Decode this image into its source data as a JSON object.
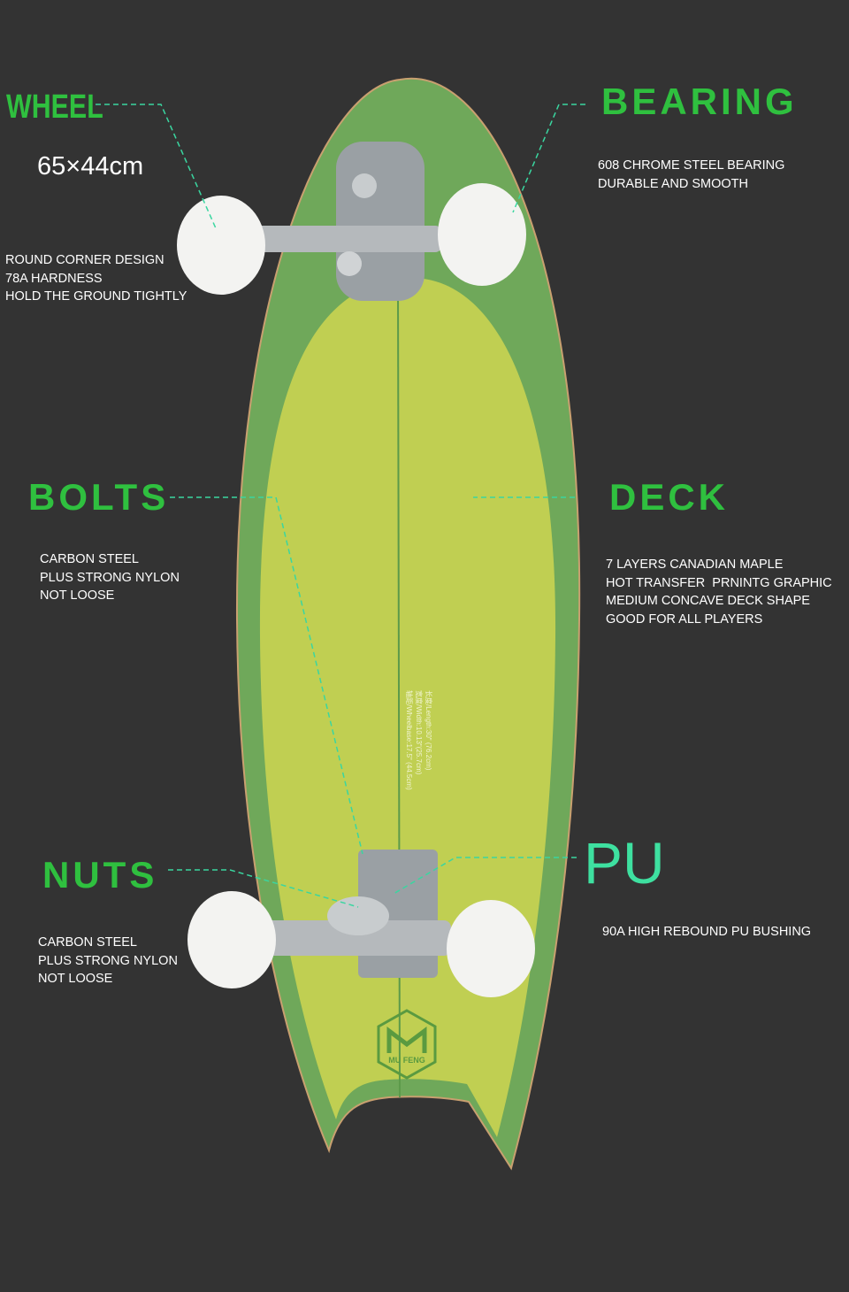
{
  "colors": {
    "background": "#333333",
    "accent_green": "#2fc03f",
    "pu_teal": "#3ee0a0",
    "leader_line": "#3ad6a0",
    "deck_outer": "#6fa85a",
    "deck_inner": "#b7cc4e"
  },
  "wheel": {
    "title": "WHEEL",
    "size": "65×44cm",
    "lines": [
      "ROUND CORNER DESIGN",
      "78A HARDNESS",
      "HOLD THE GROUND TIGHTLY"
    ]
  },
  "bearing": {
    "title": "BEARING",
    "lines": [
      "608 CHROME STEEL BEARING",
      "DURABLE AND SMOOTH"
    ]
  },
  "bolts": {
    "title": "BOLTS",
    "lines": [
      "CARBON STEEL",
      "PLUS STRONG NYLON",
      "NOT LOOSE"
    ]
  },
  "deck": {
    "title": "DECK",
    "lines": [
      "7 LAYERS CANADIAN MAPLE",
      "HOT TRANSFER  PRNINTG GRAPHIC",
      "MEDIUM CONCAVE DECK SHAPE",
      "GOOD FOR ALL PLAYERS"
    ]
  },
  "nuts": {
    "title": "NUTS",
    "lines": [
      "CARBON STEEL",
      "PLUS STRONG NYLON",
      "NOT LOOSE"
    ]
  },
  "pu": {
    "title": "PU",
    "lines": [
      "90A HIGH REBOUND PU BUSHING"
    ]
  },
  "board_print": {
    "specs": [
      "长度/Length:30\" (76.2cm)",
      "宽度/Width:10.13\"(25.7cm)",
      "轴距/Wheelbase:17.5\" (44.5cm)"
    ],
    "logo": "MU FENG"
  }
}
